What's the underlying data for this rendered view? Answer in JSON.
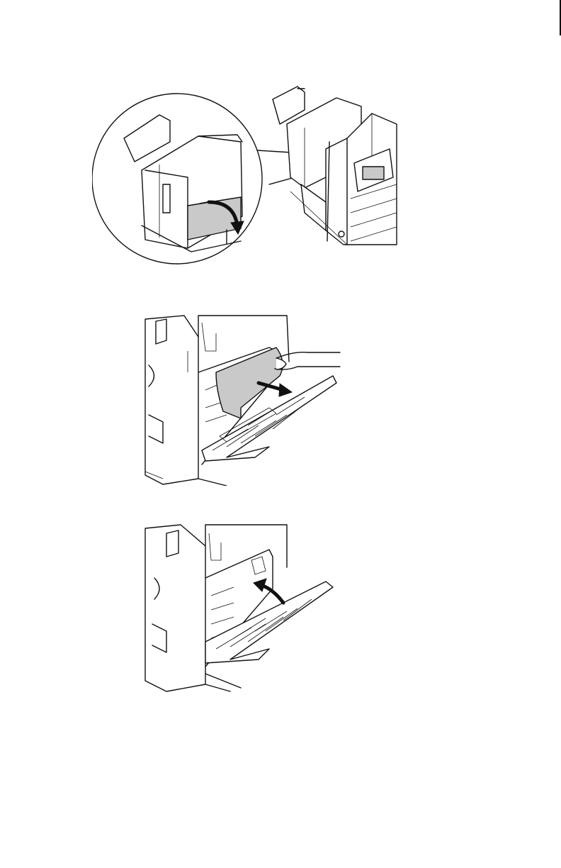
{
  "figures": [
    {
      "id": "step-1",
      "icon": "open-side-cover-icon",
      "arrow": "arrow-down-icon",
      "highlight_color": "#c9c9c9"
    },
    {
      "id": "step-2",
      "icon": "remove-jammed-paper-icon",
      "arrow": "arrow-right-icon",
      "highlight_color": "#c9c9c9"
    },
    {
      "id": "step-3",
      "icon": "close-side-cover-icon",
      "arrow": "arrow-up-left-icon"
    }
  ]
}
